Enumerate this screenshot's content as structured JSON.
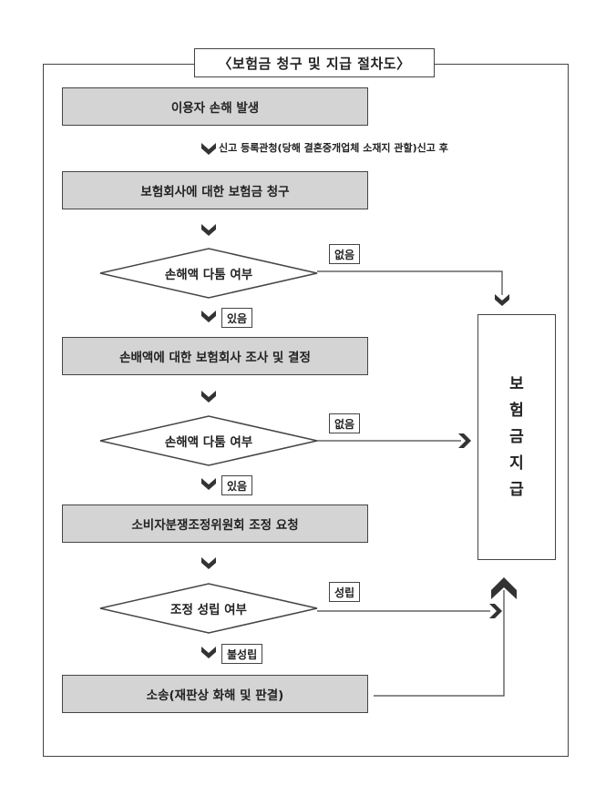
{
  "title": "〈보험금 청구 및 지급 절차도〉",
  "steps": {
    "s1": "이용자 손해 발생",
    "s2": "보험회사에 대한 보험금 청구",
    "s3": "손배액에 대한 보험회사 조사 및 결정",
    "s4": "소비자분쟁조정위원회 조정 요청",
    "s5": "소송(재판상 화해 및 판결)"
  },
  "decisions": {
    "d1": "손해액 다툼 여부",
    "d2": "손해액 다툼 여부",
    "d3": "조정 성립 여부"
  },
  "tags": {
    "none1": "없음",
    "yes1": "있음",
    "none2": "없음",
    "yes2": "있음",
    "success": "성립",
    "fail": "불성립"
  },
  "note": "신고 등록관청(당해 결혼중개업체 소재지 관할)신고 후",
  "payout": [
    "보",
    "험",
    "금",
    "지",
    "급"
  ],
  "colors": {
    "box_fill": "#d4d4d4",
    "stroke": "#444444",
    "arrow": "#333333"
  }
}
